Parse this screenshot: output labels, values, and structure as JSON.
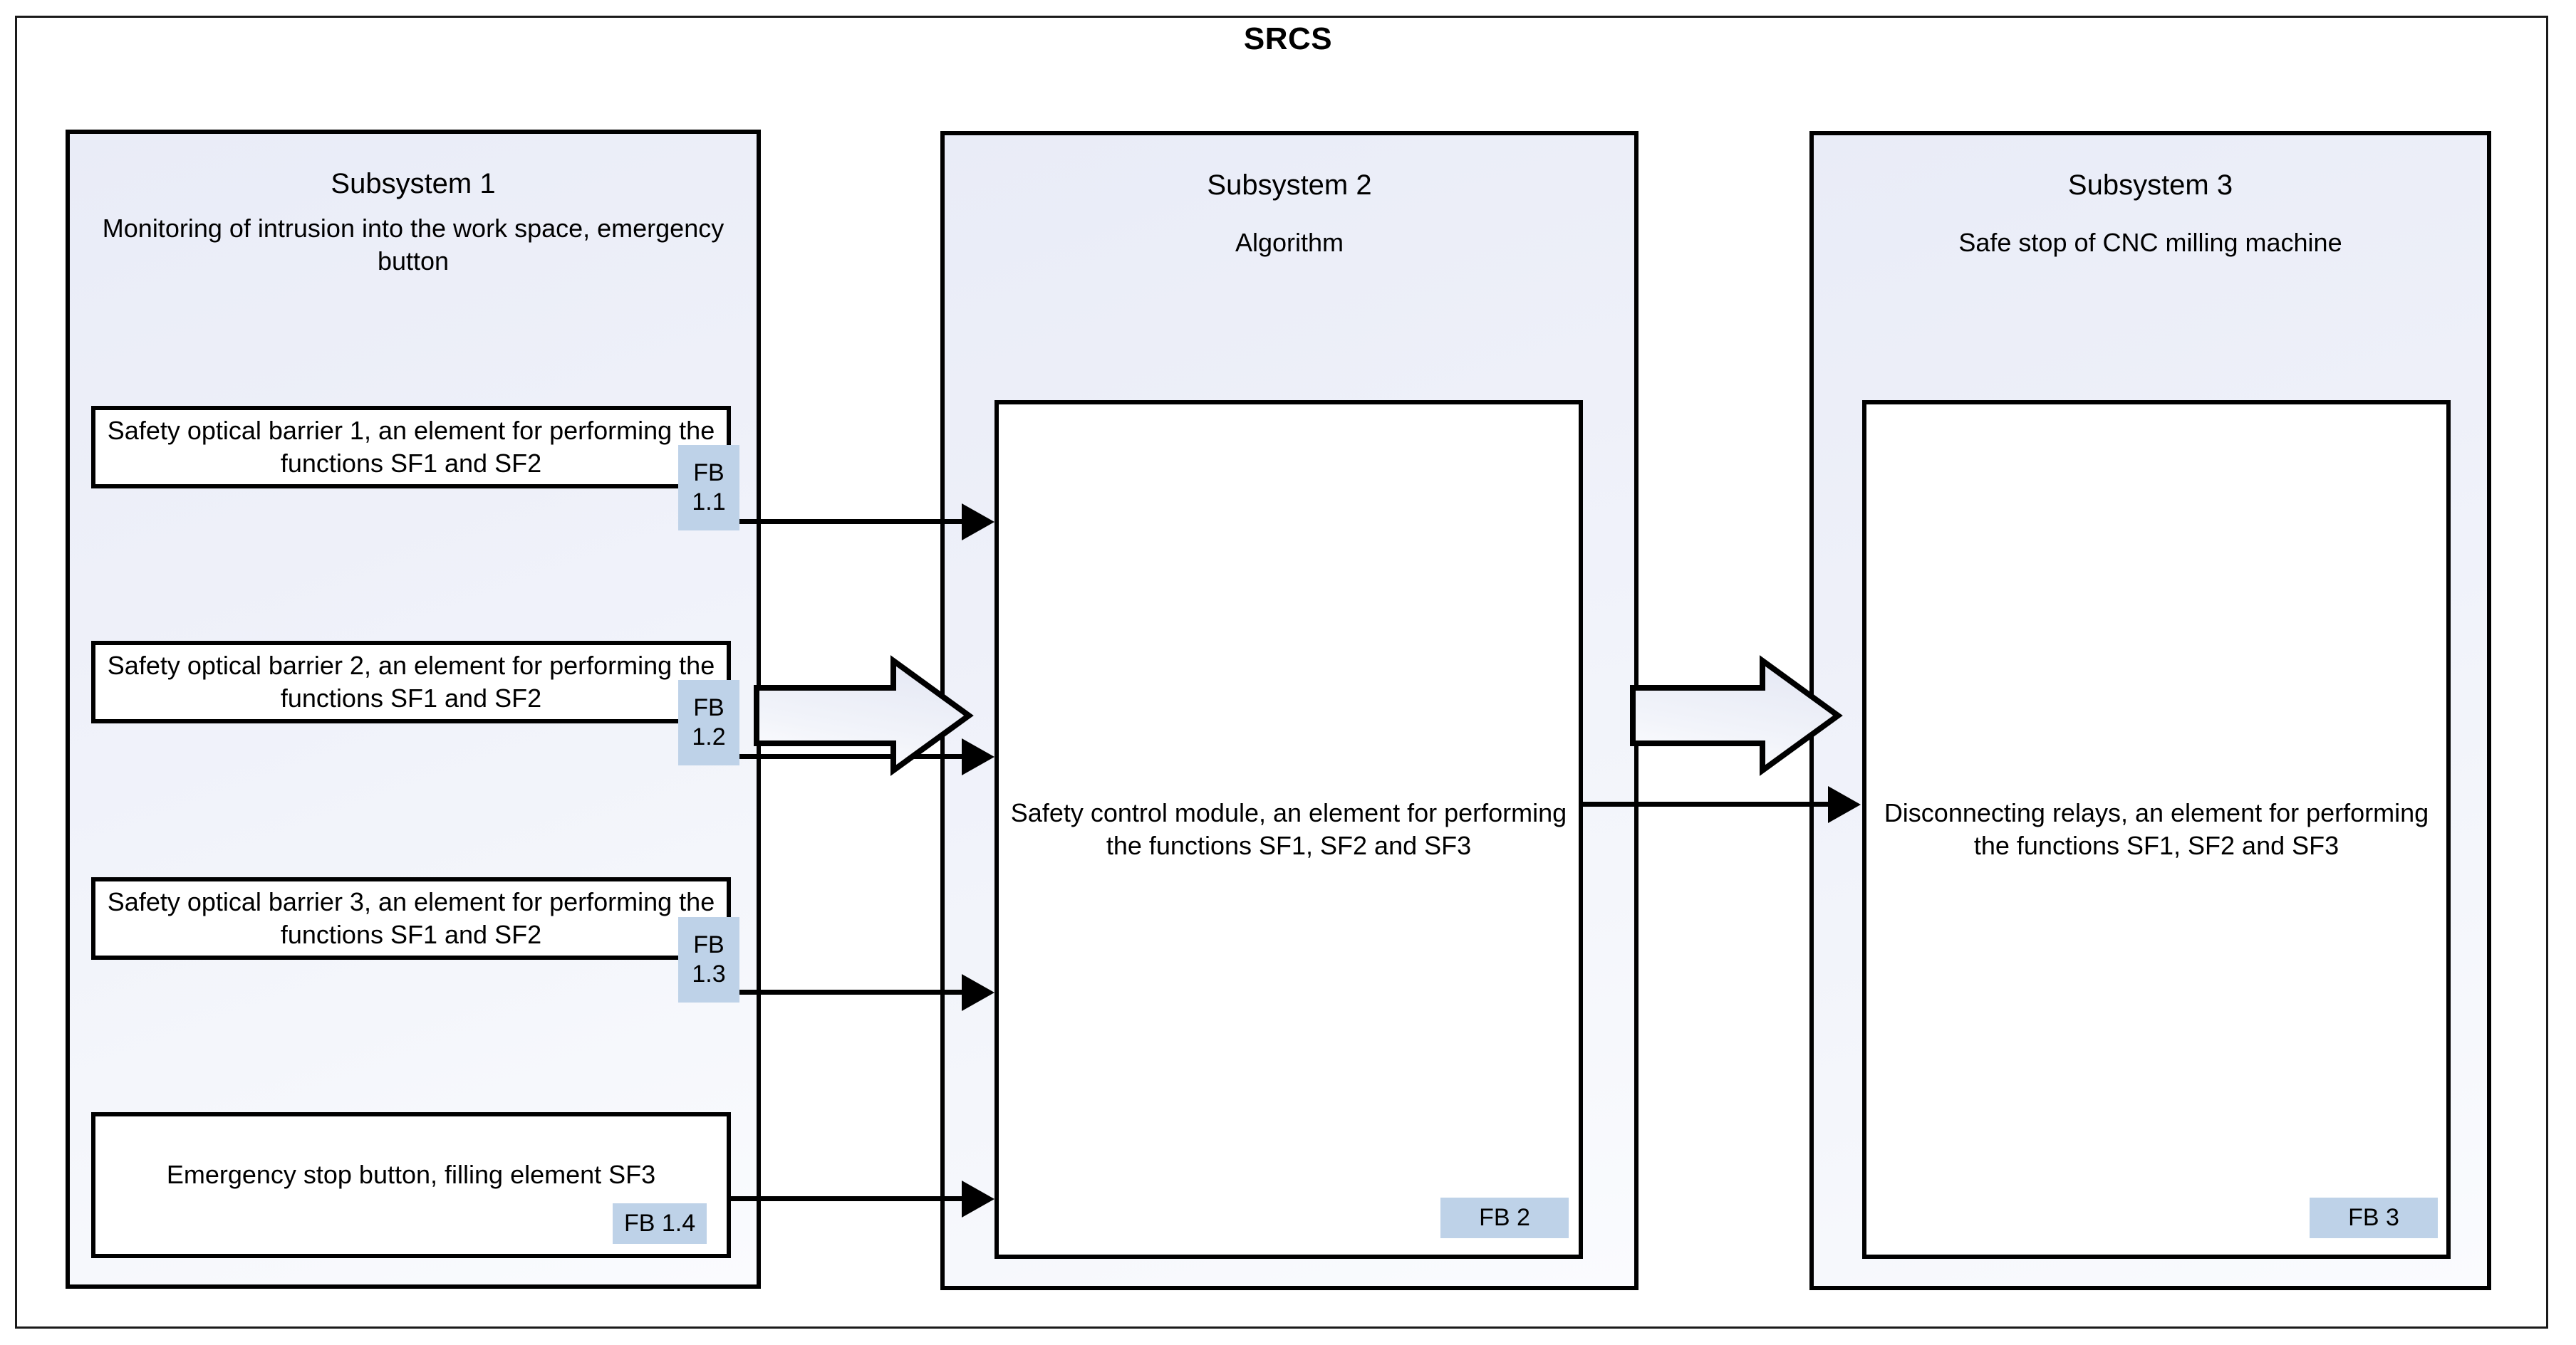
{
  "diagram": {
    "title": "SRCS",
    "subsystems": [
      {
        "id": "subsystem-1",
        "title": "Subsystem 1",
        "subtitle": "Monitoring of intrusion into the work space, emergency button",
        "elements": [
          {
            "text": "Safety optical barrier 1, an element for performing the functions SF1 and SF2",
            "badge": "FB 1.1",
            "badge_lines": [
              "FB",
              "1.1"
            ],
            "badge_style": "two-line"
          },
          {
            "text": "Safety optical barrier 2, an element for performing the functions SF1 and SF2",
            "badge": "FB 1.2",
            "badge_lines": [
              "FB",
              "1.2"
            ],
            "badge_style": "two-line"
          },
          {
            "text": "Safety optical barrier 3, an element for performing the functions SF1 and SF2",
            "badge": "FB 1.3",
            "badge_lines": [
              "FB",
              "1.3"
            ],
            "badge_style": "two-line"
          },
          {
            "text": "Emergency stop button, filling element SF3",
            "badge": "FB 1.4",
            "badge_lines": [
              "FB 1.4"
            ],
            "badge_style": "one-line"
          }
        ]
      },
      {
        "id": "subsystem-2",
        "title": "Subsystem 2",
        "subtitle": "Algorithm",
        "elements": [
          {
            "text": "Safety control module, an element for performing the functions SF1, SF2 and SF3",
            "badge": "FB 2",
            "badge_lines": [
              "FB 2"
            ],
            "badge_style": "one-line"
          }
        ]
      },
      {
        "id": "subsystem-3",
        "title": "Subsystem 3",
        "subtitle": "Safe stop of CNC milling machine",
        "elements": [
          {
            "text": "Disconnecting relays, an element for performing the functions SF1, SF2 and SF3",
            "badge": "FB 3",
            "badge_lines": [
              "FB 3"
            ],
            "badge_style": "one-line"
          }
        ]
      }
    ],
    "colors": {
      "badge_fill": "#bed2e8",
      "subsystem_fill": "#edf0f8",
      "line": "#000000"
    }
  }
}
